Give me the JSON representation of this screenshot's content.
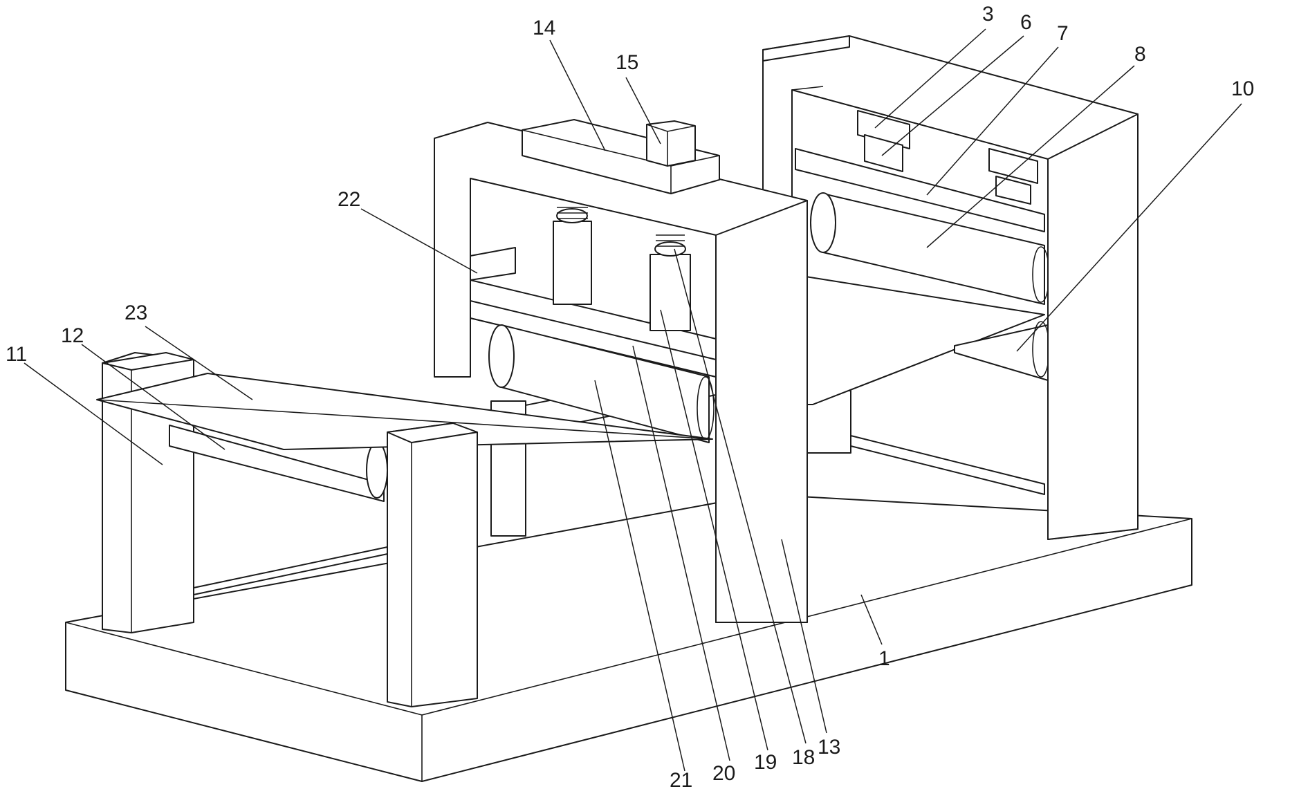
{
  "diagram": {
    "labels": [
      {
        "id": "1",
        "text": "1"
      },
      {
        "id": "3",
        "text": "3"
      },
      {
        "id": "6",
        "text": "6"
      },
      {
        "id": "7",
        "text": "7"
      },
      {
        "id": "8",
        "text": "8"
      },
      {
        "id": "10",
        "text": "10"
      },
      {
        "id": "11",
        "text": "11"
      },
      {
        "id": "12",
        "text": "12"
      },
      {
        "id": "13",
        "text": "13"
      },
      {
        "id": "14",
        "text": "14"
      },
      {
        "id": "15",
        "text": "15"
      },
      {
        "id": "18",
        "text": "18"
      },
      {
        "id": "19",
        "text": "19"
      },
      {
        "id": "20",
        "text": "20"
      },
      {
        "id": "21",
        "text": "21"
      },
      {
        "id": "22",
        "text": "22"
      },
      {
        "id": "23",
        "text": "23"
      }
    ]
  }
}
